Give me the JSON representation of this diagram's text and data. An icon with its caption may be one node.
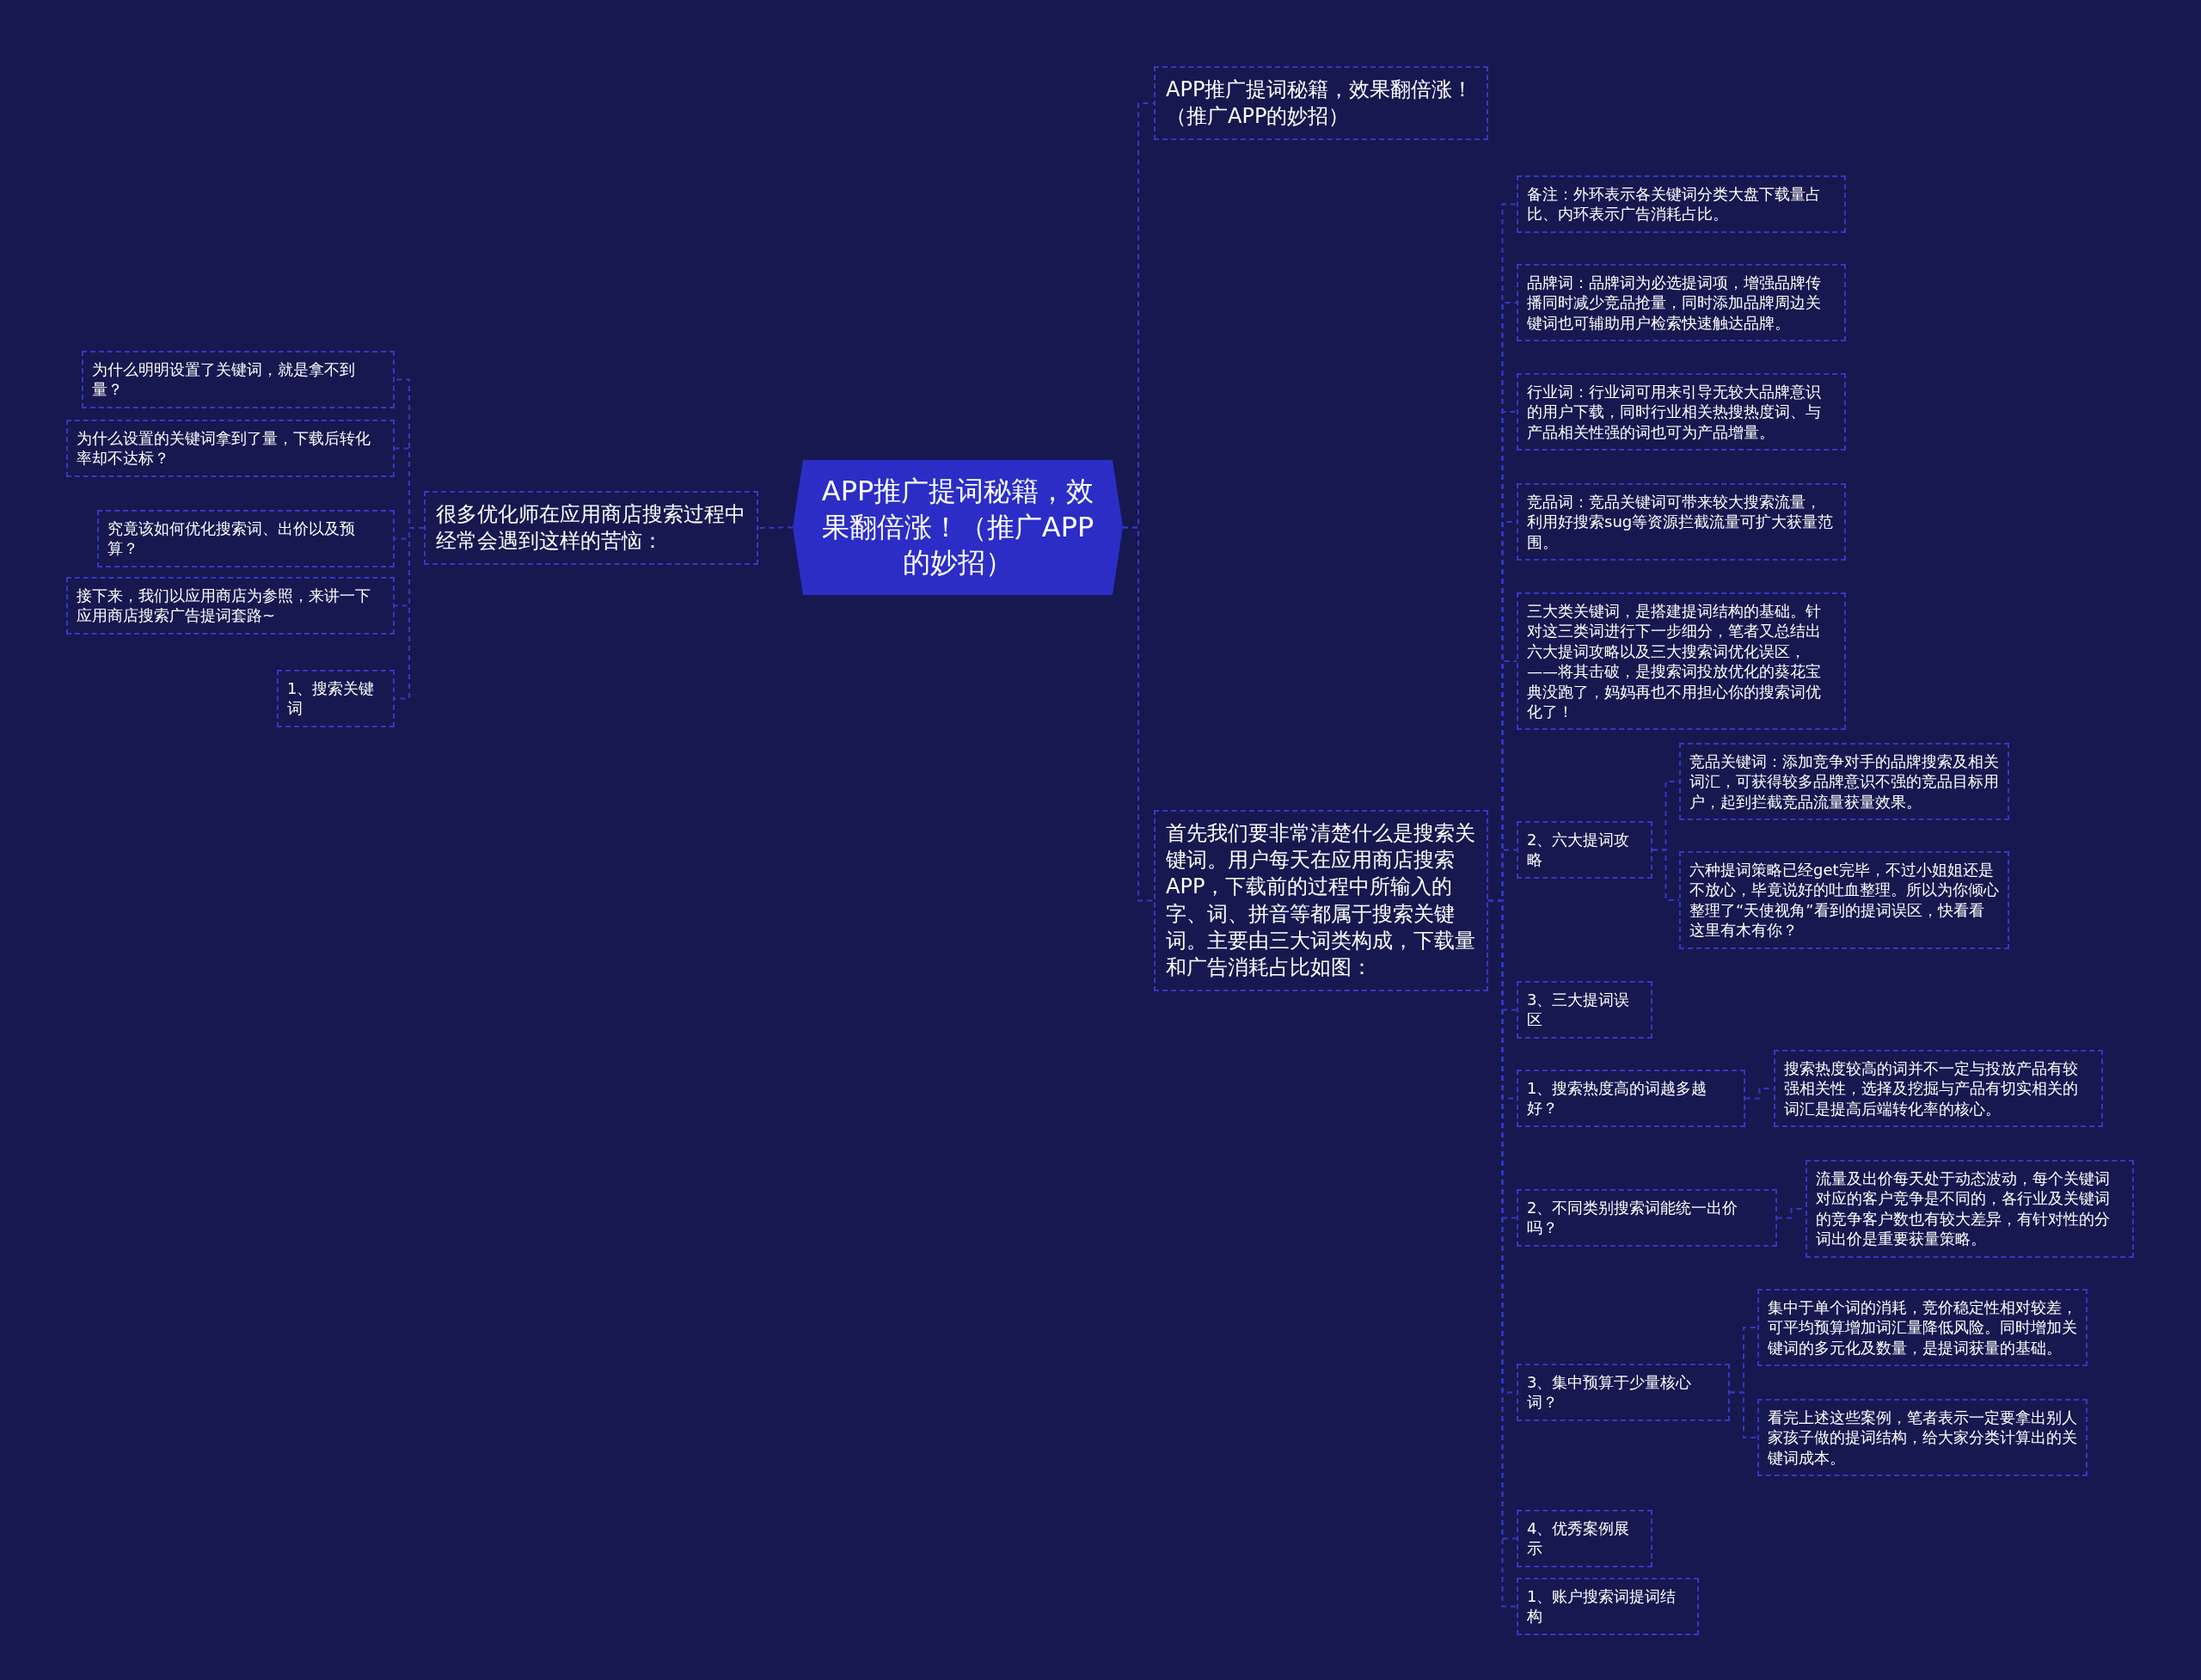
{
  "diagram": {
    "nodes": [
      {
        "text": [
          "APP推广提词秘籍，效果翻倍涨！（推广APP的妙招）"
        ]
      },
      {
        "text": [
          "很多优化师在应用商店搜索过程中经常会遇到这样的苦恼："
        ]
      },
      {
        "text": [
          "为什么明明设置了关键词，就是拿不到量？"
        ]
      },
      {
        "text": [
          "为什么设置的关键词拿到了量，下载后转化率却不达标？"
        ]
      },
      {
        "text": [
          "究竟该如何优化搜索词、出价以及预算？"
        ]
      },
      {
        "text": [
          "接下来，我们以应用商店为参照，来讲一下应用商店搜索广告提词套路~"
        ]
      },
      {
        "text": [
          "1、搜索关键词"
        ]
      },
      {
        "text": [
          "APP推广提词秘籍，效果翻倍涨！（推广APP的妙招）"
        ]
      },
      {
        "text": [
          "首先我们要非常清楚什么是搜索关键词。用户每天在应用商店搜索APP，下载前的过程中所输入的字、词、拼音等都属于搜索关键词。主要由三大词类构成，下载量和广告消耗占比如图："
        ]
      },
      {
        "text": [
          "备注：外环表示各关键词分类大盘下载量占比、内环表示广告消耗占比。"
        ]
      },
      {
        "text": [
          "品牌词：品牌词为必选提词项，增强品牌传播同时减少竞品抢量，同时添加品牌周边关键词也可辅助用户检索快速触达品牌。"
        ]
      },
      {
        "text": [
          "行业词：行业词可用来引导无较大品牌意识的用户下载，同时行业相关热搜热度词、与产品相关性强的词也可为产品增量。"
        ]
      },
      {
        "text": [
          "竞品词：竞品关键词可带来较大搜索流量，利用好搜索sug等资源拦截流量可扩大获量范围。"
        ]
      },
      {
        "text": [
          "三大类关键词，是搭建提词结构的基础。针对这三类词进行下一步细分，笔者又总结出六大提词攻略以及三大搜索词优化误区，——将其击破，是搜索词投放优化的葵花宝典没跑了，妈妈再也不用担心你的搜索词优化了！"
        ]
      },
      {
        "text": [
          "2、六大提词攻略"
        ]
      },
      {
        "text": [
          "竞品关键词：添加竞争对手的品牌搜索及相关词汇，可获得较多品牌意识不强的竞品目标用户，起到拦截竞品流量获量效果。"
        ]
      },
      {
        "text": [
          "六种提词策略已经get完毕，不过小姐姐还是不放心，毕竟说好的吐血整理。所以为你倾心整理了“天使视角”看到的提词误区，快看看这里有木有你？"
        ]
      },
      {
        "text": [
          "3、三大提词误区"
        ]
      },
      {
        "text": [
          "1、搜索热度高的词越多越好？"
        ]
      },
      {
        "text": [
          "搜索热度较高的词并不一定与投放产品有较强相关性，选择及挖掘与产品有切实相关的词汇是提高后端转化率的核心。"
        ]
      },
      {
        "text": [
          "2、不同类别搜索词能统一出价吗？"
        ]
      },
      {
        "text": [
          "流量及出价每天处于动态波动，每个关键词对应的客户竞争是不同的，各行业及关键词的竞争客户数也有较大差异，有针对性的分词出价是重要获量策略。"
        ]
      },
      {
        "text": [
          "3、集中预算于少量核心词？"
        ]
      },
      {
        "text": [
          "集中于单个词的消耗，竞价稳定性相对较差，可平均预算增加词汇量降低风险。同时增加关键词的多元化及数量，是提词获量的基础。"
        ]
      },
      {
        "text": [
          "看完上述这些案例，笔者表示一定要拿出别人家孩子做的提词结构，给大家分类计算出的关键词成本。"
        ]
      },
      {
        "text": [
          "4、优秀案例展示"
        ]
      },
      {
        "text": [
          "1、账户搜索词提词结构"
        ]
      }
    ],
    "edges": [
      {
        "from": 0,
        "to": 1,
        "arrow": "none"
      },
      {
        "from": 1,
        "to": 2,
        "arrow": "none"
      },
      {
        "from": 1,
        "to": 3,
        "arrow": "none"
      },
      {
        "from": 1,
        "to": 4,
        "arrow": "none"
      },
      {
        "from": 1,
        "to": 5,
        "arrow": "none"
      },
      {
        "from": 1,
        "to": 6,
        "arrow": "none"
      },
      {
        "from": 0,
        "to": 7,
        "arrow": "none"
      },
      {
        "from": 0,
        "to": 8,
        "arrow": "none"
      },
      {
        "from": 8,
        "to": 9,
        "arrow": "none"
      },
      {
        "from": 8,
        "to": 10,
        "arrow": "none"
      },
      {
        "from": 8,
        "to": 11,
        "arrow": "none"
      },
      {
        "from": 8,
        "to": 12,
        "arrow": "none"
      },
      {
        "from": 8,
        "to": 13,
        "arrow": "none"
      },
      {
        "from": 8,
        "to": 14,
        "arrow": "none"
      },
      {
        "from": 14,
        "to": 15,
        "arrow": "none"
      },
      {
        "from": 14,
        "to": 16,
        "arrow": "none"
      },
      {
        "from": 8,
        "to": 17,
        "arrow": "none"
      },
      {
        "from": 8,
        "to": 18,
        "arrow": "none"
      },
      {
        "from": 18,
        "to": 19,
        "arrow": "none"
      },
      {
        "from": 8,
        "to": 20,
        "arrow": "none"
      },
      {
        "from": 20,
        "to": 21,
        "arrow": "none"
      },
      {
        "from": 8,
        "to": 22,
        "arrow": "none"
      },
      {
        "from": 22,
        "to": 23,
        "arrow": "none"
      },
      {
        "from": 22,
        "to": 24,
        "arrow": "none"
      },
      {
        "from": 8,
        "to": 25,
        "arrow": "none"
      },
      {
        "from": 8,
        "to": 26,
        "arrow": "none"
      }
    ]
  }
}
